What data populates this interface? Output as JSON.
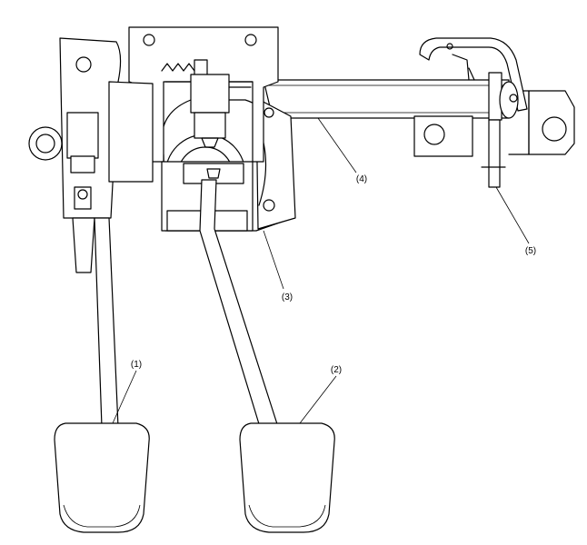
{
  "figure": {
    "callouts": [
      {
        "id": "1",
        "text": "(1)"
      },
      {
        "id": "2",
        "text": "(2)"
      },
      {
        "id": "3",
        "text": "(3)"
      },
      {
        "id": "4",
        "text": "(4)"
      },
      {
        "id": "5",
        "text": "(5)"
      }
    ]
  },
  "colors": {
    "stroke": "#000000",
    "background": "#ffffff"
  }
}
